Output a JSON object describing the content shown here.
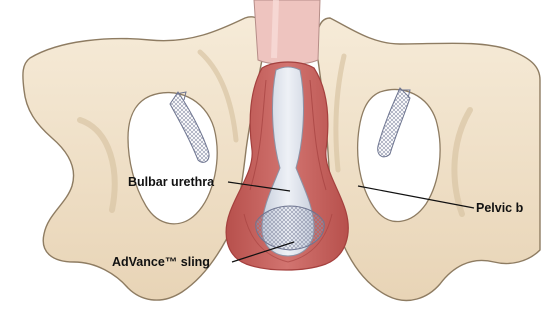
{
  "figure": {
    "labels": {
      "bulbar_urethra": "Bulbar urethra",
      "sling": "AdVance™ sling",
      "pelvic_bone": "Pelvic b"
    }
  },
  "colors": {
    "bone_fill": "#F1E2CB",
    "bone_outline": "#8E7C62",
    "bone_shadow": "#D8C4A4",
    "muscle": "#C7605B",
    "muscle_dark": "#A4403E",
    "urethra": "#D9DFEA",
    "mesh": "#B8BDD0",
    "penile_shaft": "#EEC4BF",
    "leader_line": "#111111"
  },
  "icons": [
    "pelvic-bone-illustration",
    "mesh-sling-graphic",
    "urethra-graphic"
  ]
}
